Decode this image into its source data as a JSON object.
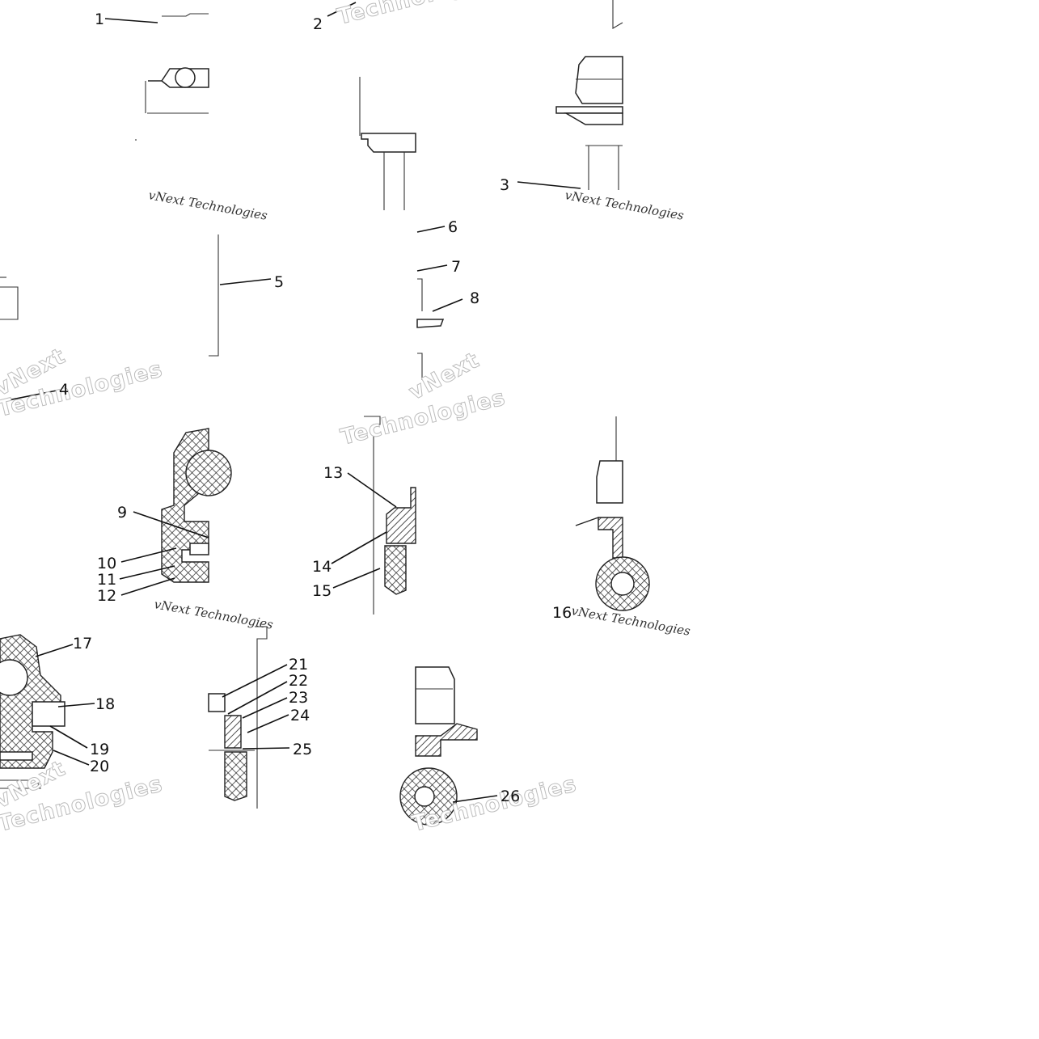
{
  "callouts": [
    {
      "id": "1",
      "label": "1"
    },
    {
      "id": "2",
      "label": "2"
    },
    {
      "id": "3",
      "label": "3"
    },
    {
      "id": "4",
      "label": "4"
    },
    {
      "id": "5",
      "label": "5"
    },
    {
      "id": "6",
      "label": "6"
    },
    {
      "id": "7",
      "label": "7"
    },
    {
      "id": "8",
      "label": "8"
    },
    {
      "id": "9",
      "label": "9"
    },
    {
      "id": "10",
      "label": "10"
    },
    {
      "id": "11",
      "label": "11"
    },
    {
      "id": "12",
      "label": "12"
    },
    {
      "id": "13",
      "label": "13"
    },
    {
      "id": "14",
      "label": "14"
    },
    {
      "id": "15",
      "label": "15"
    },
    {
      "id": "16",
      "label": "16"
    },
    {
      "id": "17",
      "label": "17"
    },
    {
      "id": "18",
      "label": "18"
    },
    {
      "id": "19",
      "label": "19"
    },
    {
      "id": "20",
      "label": "20"
    },
    {
      "id": "21",
      "label": "21"
    },
    {
      "id": "22",
      "label": "22"
    },
    {
      "id": "23",
      "label": "23"
    },
    {
      "id": "24",
      "label": "24"
    },
    {
      "id": "25",
      "label": "25"
    },
    {
      "id": "26",
      "label": "26"
    }
  ],
  "watermark": {
    "brand": "vNext",
    "word": "Technologies",
    "caption": "vNext Technologies"
  }
}
